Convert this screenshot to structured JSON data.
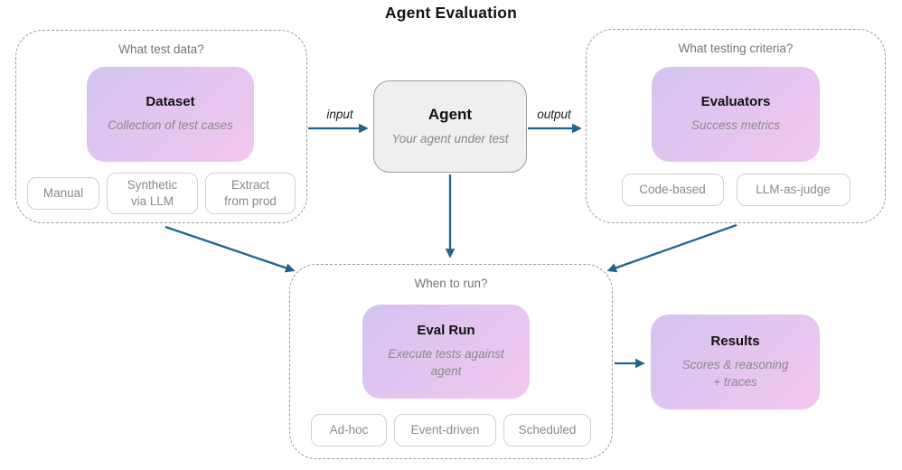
{
  "title": "Agent Evaluation",
  "colors": {
    "arrow": "#1e648c",
    "gradient_start": "#d4c3f0",
    "gradient_end": "#f2c7ef",
    "dashed_border": "#9a9a9a",
    "chip_border": "#cfcfcf",
    "muted_text": "#757575",
    "subtitle_text": "#8a8a8a",
    "agent_fill": "#efefef"
  },
  "agent": {
    "title": "Agent",
    "subtitle": "Your agent under test"
  },
  "arrows": {
    "input_label": "input",
    "output_label": "output"
  },
  "groups": {
    "test_data": {
      "label": "What test data?",
      "card": {
        "title": "Dataset",
        "subtitle": "Collection of test cases"
      },
      "chips": [
        "Manual",
        "Synthetic\nvia LLM",
        "Extract\nfrom prod"
      ]
    },
    "criteria": {
      "label": "What testing criteria?",
      "card": {
        "title": "Evaluators",
        "subtitle": "Success metrics"
      },
      "chips": [
        "Code-based",
        "LLM-as-judge"
      ]
    },
    "when": {
      "label": "When to run?",
      "card": {
        "title": "Eval Run",
        "subtitle": "Execute tests against\nagent"
      },
      "chips": [
        "Ad-hoc",
        "Event-driven",
        "Scheduled"
      ]
    }
  },
  "results": {
    "title": "Results",
    "subtitle": "Scores & reasoning\n+ traces"
  }
}
